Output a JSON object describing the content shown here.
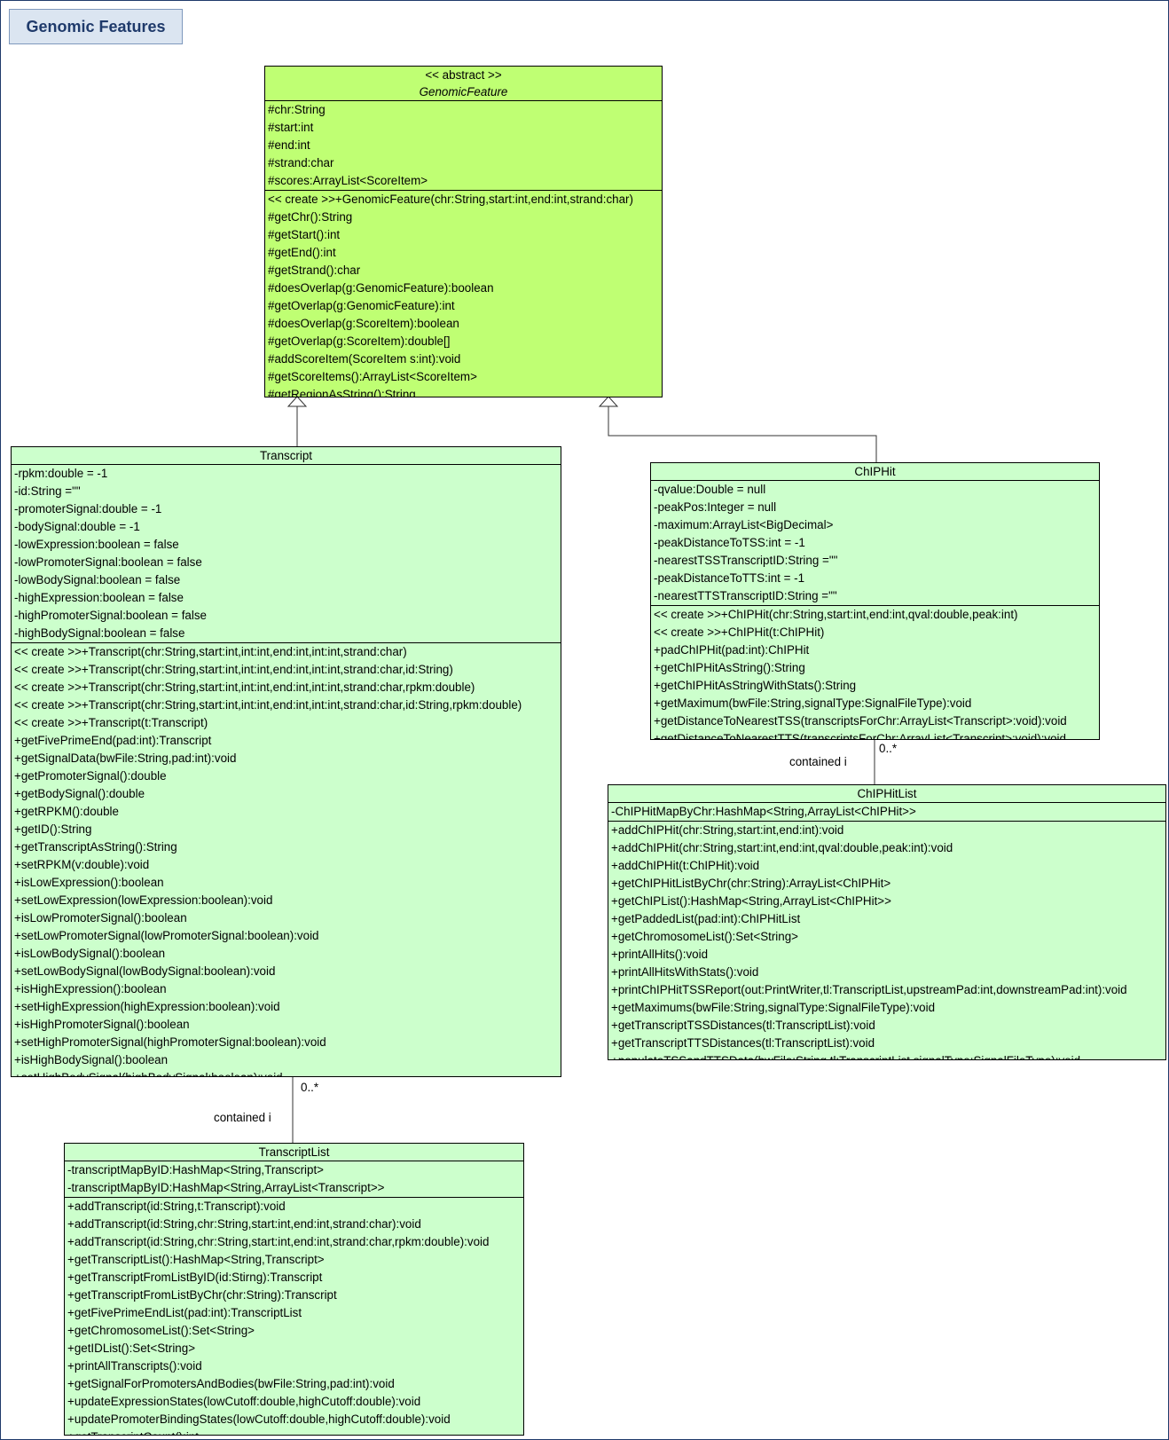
{
  "title": "Genomic Features",
  "connector_labels": {
    "transcript_multiplicity": "0..*",
    "transcript_role": "contained i",
    "chiphit_multiplicity": "0..*",
    "chiphit_role": "contained i"
  },
  "classes": {
    "genomic_feature": {
      "stereotype": "<< abstract >>",
      "name": "GenomicFeature",
      "attributes": [
        "#chr:String",
        "#start:int",
        "#end:int",
        "#strand:char",
        "#scores:ArrayList<ScoreItem>"
      ],
      "operations": [
        "<< create >>+GenomicFeature(chr:String,start:int,end:int,strand:char)",
        "#getChr():String",
        "#getStart():int",
        "#getEnd():int",
        "#getStrand():char",
        "#doesOverlap(g:GenomicFeature):boolean",
        "#getOverlap(g:GenomicFeature):int",
        "#doesOverlap(g:ScoreItem):boolean",
        "#getOverlap(g:ScoreItem):double[]",
        "#addScoreItem(ScoreItem s:int):void",
        "#getScoreItems():ArrayList<ScoreItem>",
        "#getRegionAsString():String"
      ]
    },
    "transcript": {
      "name": "Transcript",
      "attributes": [
        "-rpkm:double = -1",
        "-id:String =\"\"",
        "-promoterSignal:double = -1",
        "-bodySignal:double = -1",
        "-lowExpression:boolean = false",
        "-lowPromoterSignal:boolean = false",
        "-lowBodySignal:boolean = false",
        "-highExpression:boolean = false",
        "-highPromoterSignal:boolean = false",
        "-highBodySignal:boolean = false"
      ],
      "operations": [
        "<< create >>+Transcript(chr:String,start:int,int:int,end:int,int:int,strand:char)",
        "<< create >>+Transcript(chr:String,start:int,int:int,end:int,int:int,strand:char,id:String)",
        "<< create >>+Transcript(chr:String,start:int,int:int,end:int,int:int,strand:char,rpkm:double)",
        "<< create >>+Transcript(chr:String,start:int,int:int,end:int,int:int,strand:char,id:String,rpkm:double)",
        "<< create >>+Transcript(t:Transcript)",
        "+getFivePrimeEnd(pad:int):Transcript",
        "+getSignalData(bwFile:String,pad:int):void",
        "+getPromoterSignal():double",
        "+getBodySignal():double",
        "+getRPKM():double",
        "+getID():String",
        "+getTranscriptAsString():String",
        "+setRPKM(v:double):void",
        "+isLowExpression():boolean",
        "+setLowExpression(lowExpression:boolean):void",
        "+isLowPromoterSignal():boolean",
        "+setLowPromoterSignal(lowPromoterSignal:boolean):void",
        "+isLowBodySignal():boolean",
        "+setLowBodySignal(lowBodySignal:boolean):void",
        "+isHighExpression():boolean",
        "+setHighExpression(highExpression:boolean):void",
        "+isHighPromoterSignal():boolean",
        "+setHighPromoterSignal(highPromoterSignal:boolean):void",
        "+isHighBodySignal():boolean",
        "+setHighBodySignal(highBodySignal:boolean):void"
      ]
    },
    "transcript_list": {
      "name": "TranscriptList",
      "attributes": [
        "-transcriptMapByID:HashMap<String,Transcript>",
        "-transcriptMapByID:HashMap<String,ArrayList<Transcript>>"
      ],
      "operations": [
        "+addTranscript(id:String,t:Transcript):void",
        "+addTranscript(id:String,chr:String,start:int,end:int,strand:char):void",
        "+addTranscript(id:String,chr:String,start:int,end:int,strand:char,rpkm:double):void",
        "+getTranscriptList():HashMap<String,Transcript>",
        "+getTranscriptFromListByID(id:Stirng):Transcript",
        "+getTranscriptFromListByChr(chr:String):Transcript",
        "+getFivePrimeEndList(pad:int):TranscriptList",
        "+getChromosomeList():Set<String>",
        "+getIDList():Set<String>",
        "+printAllTranscripts():void",
        "+getSignalForPromotersAndBodies(bwFile:String,pad:int):void",
        "+updateExpressionStates(lowCutoff:double,highCutoff:double):void",
        "+updatePromoterBindingStates(lowCutoff:double,highCutoff:double):void",
        "+getTranscriptCount():int"
      ]
    },
    "chiphit": {
      "name": "ChIPHit",
      "attributes": [
        "-qvalue:Double = null",
        "-peakPos:Integer = null",
        "-maximum:ArrayList<BigDecimal>",
        "-peakDistanceToTSS:int = -1",
        "-nearestTSSTranscriptID:String =\"\"",
        "-peakDistanceToTTS:int = -1",
        "-nearestTTSTranscriptID:String =\"\""
      ],
      "operations": [
        "<< create >>+ChIPHit(chr:String,start:int,end:int,qval:double,peak:int)",
        "<< create >>+ChIPHit(t:ChIPHit)",
        "+padChIPHit(pad:int):ChIPHit",
        "+getChIPHitAsString():String",
        "+getChIPHitAsStringWithStats():String",
        "+getMaximum(bwFile:String,signalType:SignalFileType):void",
        "+getDistanceToNearestTSS(transcriptsForChr:ArrayList<Transcript>:void):void",
        "+getDistanceToNearestTTS(transcriptsForChr:ArrayList<Transcript>:void):void"
      ]
    },
    "chiphit_list": {
      "name": "ChIPHitList",
      "attributes": [
        "-ChIPHitMapByChr:HashMap<String,ArrayList<ChIPHit>>"
      ],
      "operations": [
        "+addChIPHit(chr:String,start:int,end:int):void",
        "+addChIPHit(chr:String,start:int,end:int,qval:double,peak:int):void",
        "+addChIPHit(t:ChIPHit):void",
        "+getChIPHitListByChr(chr:String):ArrayList<ChIPHit>",
        "+getChIPList():HashMap<String,ArrayList<ChIPHit>>",
        "+getPaddedList(pad:int):ChIPHitList",
        "+getChromosomeList():Set<String>",
        "+printAllHits():void",
        "+printAllHitsWithStats():void",
        "+printChIPHitTSSReport(out:PrintWriter,tl:TranscriptList,upstreamPad:int,downstreamPad:int):void",
        "+getMaximums(bwFile:String,signalType:SignalFileType):void",
        "+getTranscriptTSSDistances(tl:TranscriptList):void",
        "+getTranscriptTTSDistances(tl:TranscriptList):void",
        "+populateTSSandTTSData(bwFile:String,tl:TranscriptList,signalType:SignalFileType):void"
      ]
    }
  }
}
